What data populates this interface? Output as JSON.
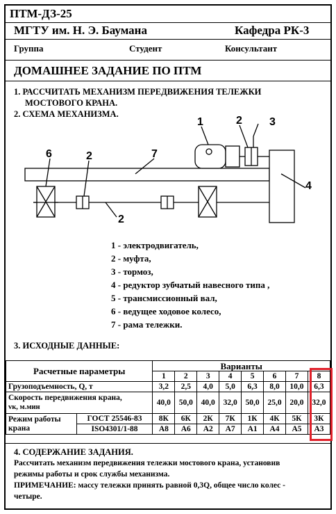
{
  "header": {
    "code": "ПТМ-ДЗ-25",
    "university": "МГТУ им. Н. Э. Баумана",
    "department": "Кафедра РК-3",
    "group": "Группа",
    "student": "Студент",
    "consultant": "Консультант"
  },
  "title": "ДОМАШНЕЕ ЗАДАНИЕ ПО ПТМ",
  "task": {
    "item1_line1": "1. РАССЧИТАТЬ  МЕХАНИЗМ  ПЕРЕДВИЖЕНИЯ ТЕЛЕЖКИ",
    "item1_line2": "МОСТОВОГО  КРАНА.",
    "item2": "2. СХЕМА МЕХАНИЗМА."
  },
  "diagram": {
    "labels": [
      "1",
      "2",
      "3",
      "4",
      "6",
      "2",
      "7",
      "2"
    ]
  },
  "legend": [
    "1 - электродвигатель,",
    "2 - муфта,",
    "3 - тормоз,",
    "4 - редуктор зубчатый навесного типа ,",
    "5 - трансмиссионный вал,",
    "6 - ведущее ходовое колесо,",
    "7 - рама тележки."
  ],
  "section3": "3. ИСХОДНЫЕ ДАННЫЕ:",
  "table": {
    "params_header": "Расчетные параметры",
    "variants_header": "Варианты",
    "variant_numbers": [
      "1",
      "2",
      "3",
      "4",
      "5",
      "6",
      "7",
      "8"
    ],
    "load_label": "Грузоподъемность, Q, т",
    "load_values": [
      "3,2",
      "2,5",
      "4,0",
      "5,0",
      "6,3",
      "8,0",
      "10,0",
      "6,3"
    ],
    "speed_label_1": "Скорость передвижения крана,",
    "speed_label_2": "vк, м.мин",
    "speed_values": [
      "40,0",
      "50,0",
      "40,0",
      "32,0",
      "50,0",
      "25,0",
      "20,0",
      "32,0"
    ],
    "mode_label_1": "Режим работы",
    "mode_label_2": "крана",
    "gost_label": "ГОСТ 25546-83",
    "gost_values": [
      "8К",
      "6К",
      "2К",
      "7К",
      "1К",
      "4К",
      "5К",
      "3К"
    ],
    "iso_label": "ISO4301/1-88",
    "iso_values": [
      "А8",
      "А6",
      "А2",
      "А7",
      "А1",
      "А4",
      "А5",
      "А3"
    ]
  },
  "section4": {
    "title": "4. СОДЕРЖАНИЕ ЗАДАНИЯ.",
    "line1": "Рассчитать механизм передвижения   тележки мостового крана, установив",
    "line2": "режимы  работы и срок службы механизма.",
    "line3": "ПРИМЕЧАНИЕ:  массу тележки принять равной 0,3Q,  общее число колес -",
    "line4": "четыре."
  },
  "colors": {
    "highlight": "#e0202a"
  }
}
